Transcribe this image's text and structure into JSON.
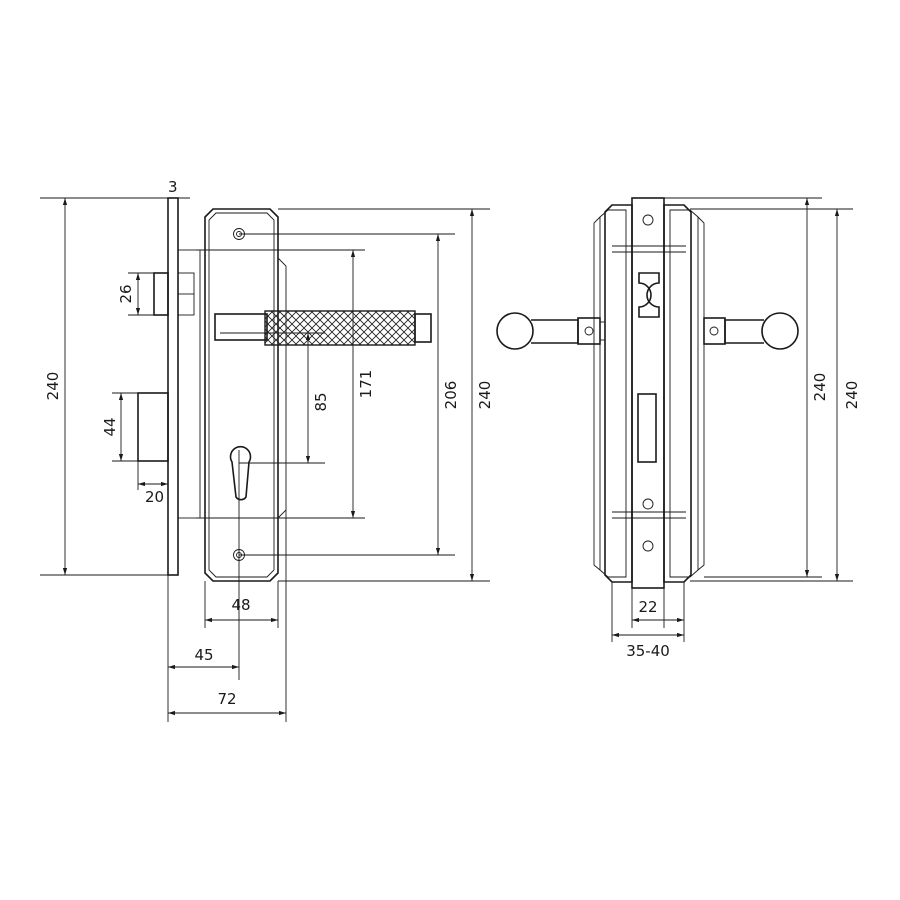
{
  "dimensions": {
    "bolt_offset": "3",
    "latch_height": "26",
    "total_height_left": "240",
    "deadbolt_height": "44",
    "deadbolt_projection": "20",
    "handle_to_key": "85",
    "plate_inner": "171",
    "screw_spacing": "206",
    "plate_height": "240",
    "plate_width": "48",
    "backset": "45",
    "overall_width": "72",
    "side_height_a": "240",
    "side_height_b": "240",
    "mortise_width": "22",
    "door_thickness": "35-40"
  }
}
